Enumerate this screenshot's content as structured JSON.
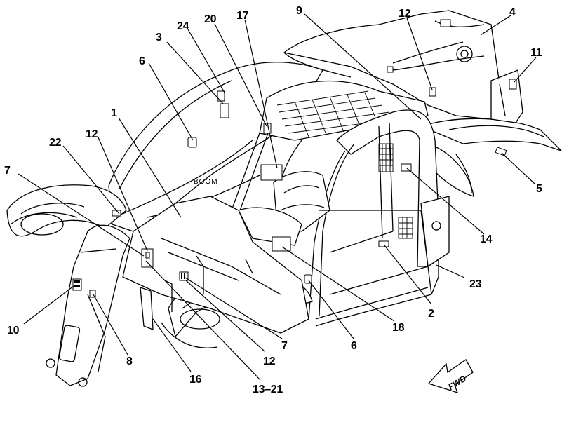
{
  "figure": {
    "boom_text": "BOOM",
    "direction_text": "FWD"
  },
  "callouts": [
    {
      "id": "c1",
      "label": "1"
    },
    {
      "id": "c2",
      "label": "2"
    },
    {
      "id": "c3",
      "label": "3"
    },
    {
      "id": "c4",
      "label": "4"
    },
    {
      "id": "c5",
      "label": "5"
    },
    {
      "id": "c6a",
      "label": "6"
    },
    {
      "id": "c6b",
      "label": "6"
    },
    {
      "id": "c7a",
      "label": "7"
    },
    {
      "id": "c7b",
      "label": "7"
    },
    {
      "id": "c8",
      "label": "8"
    },
    {
      "id": "c9",
      "label": "9"
    },
    {
      "id": "c10",
      "label": "10"
    },
    {
      "id": "c11",
      "label": "11"
    },
    {
      "id": "c12a",
      "label": "12"
    },
    {
      "id": "c12b",
      "label": "12"
    },
    {
      "id": "c12c",
      "label": "12"
    },
    {
      "id": "c13-21",
      "label": "13–21"
    },
    {
      "id": "c14",
      "label": "14"
    },
    {
      "id": "c16",
      "label": "16"
    },
    {
      "id": "c17",
      "label": "17"
    },
    {
      "id": "c18",
      "label": "18"
    },
    {
      "id": "c20",
      "label": "20"
    },
    {
      "id": "c22",
      "label": "22"
    },
    {
      "id": "c23",
      "label": "23"
    },
    {
      "id": "c24",
      "label": "24"
    }
  ]
}
